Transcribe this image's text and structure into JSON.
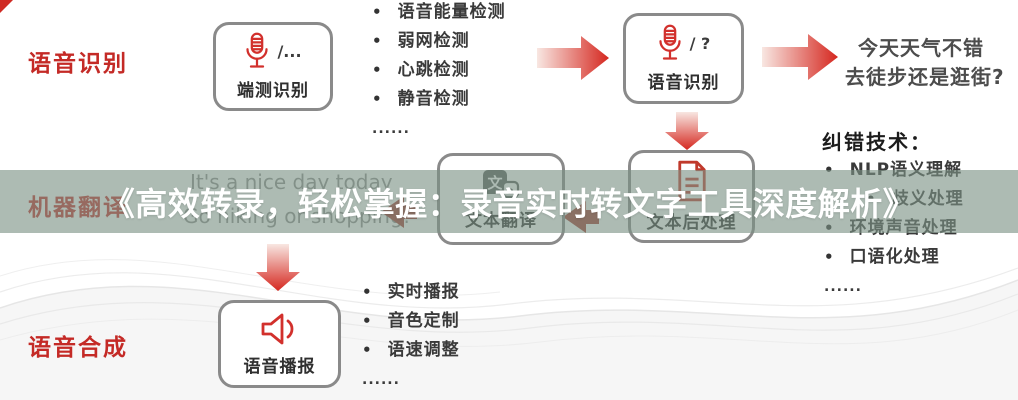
{
  "banner": {
    "title": "《高效转录，轻松掌握：录音实时转文字工具深度解析》"
  },
  "asr": {
    "label": "语音识别",
    "edge_box": {
      "title": "端测识别",
      "suffix": "/..."
    },
    "features": [
      "语音能量检测",
      "弱网检测",
      "心跳检测",
      "静音检测",
      "......"
    ],
    "cloud_box": {
      "title": "语音识别",
      "suffix": "/ ?"
    },
    "output_line1": "今天天气不错",
    "output_line2": "去徒步还是逛街?"
  },
  "correction": {
    "title": "纠错技术：",
    "items": [
      "NLP语义理解",
      "歧义处理",
      "环境声音处理",
      "口语化处理",
      "......"
    ]
  },
  "mt": {
    "label": "机器翻译",
    "english_line1": "It's a nice day today",
    "english_line2": "Go hiking or shopping!",
    "translate_box": {
      "title": "文本翻译"
    },
    "postprocess_box": {
      "title": "文本后处理"
    }
  },
  "tts": {
    "label": "语音合成",
    "box": {
      "title": "语音播报"
    },
    "features": [
      "实时播报",
      "音色定制",
      "语速调整",
      "......"
    ]
  },
  "colors": {
    "accent_red": "#C42A26",
    "arrow_red": "#D5271F",
    "arrow_light": "#F8E7E2",
    "dark_arrow": "#A23B31",
    "box_border": "#8A8A8A",
    "banner_bg": "#7A9184"
  }
}
